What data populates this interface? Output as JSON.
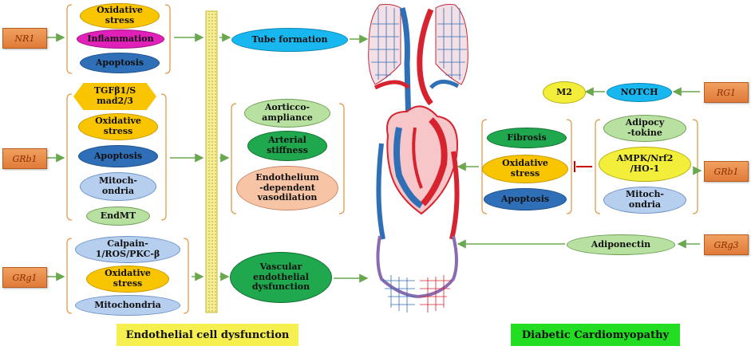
{
  "colors": {
    "arrow": "#6aa84f",
    "inhibit": "#cc0000",
    "bracket": "#e09a4a",
    "membrane": "#ece47a",
    "title_left_bg": "#f5ef50",
    "title_right_bg": "#22dd22"
  },
  "left_panel": {
    "drugs": [
      "NR1",
      "GRb1",
      "GRg1"
    ],
    "nr1_effects": [
      "Oxidative\nstress",
      "Inflammation",
      "Apoptosis"
    ],
    "grb1_effects": [
      "TGFβ1/S\nmad2/3",
      "Oxidative\nstress",
      "Apoptosis",
      "Mitoch-\nondria",
      "EndMT"
    ],
    "grg1_effects": [
      "Calpain-\n1/ROS/PKC-β",
      "Oxidative\nstress",
      "Mitochondria"
    ],
    "outcomes": {
      "tube_formation": "Tube formation",
      "vascular": [
        "Aorticco-\nampliance",
        "Arterial\nstiffness",
        "Endothelium\n-dependent\nvasodilation"
      ],
      "vascular_dysfunction": "Vascular\nendothelial\ndysfunction"
    },
    "title": "Endothelial cell dysfunction"
  },
  "right_panel": {
    "drugs": [
      "RG1",
      "GRb1",
      "GRg3"
    ],
    "rg1_chain": [
      "NOTCH",
      "M2"
    ],
    "cardiac_effects": [
      "Fibrosis",
      "Oxidative\nstress",
      "Apoptosis"
    ],
    "grb1_mechanisms": [
      "Adipocy\n-tokine",
      "AMPK/Nrf2\n/HO-1",
      "Mitoch-\nondria"
    ],
    "grg3_target": "Adiponectin",
    "title": "Diabetic Cardiomyopathy"
  },
  "illustration": "heart-and-lungs-icon"
}
